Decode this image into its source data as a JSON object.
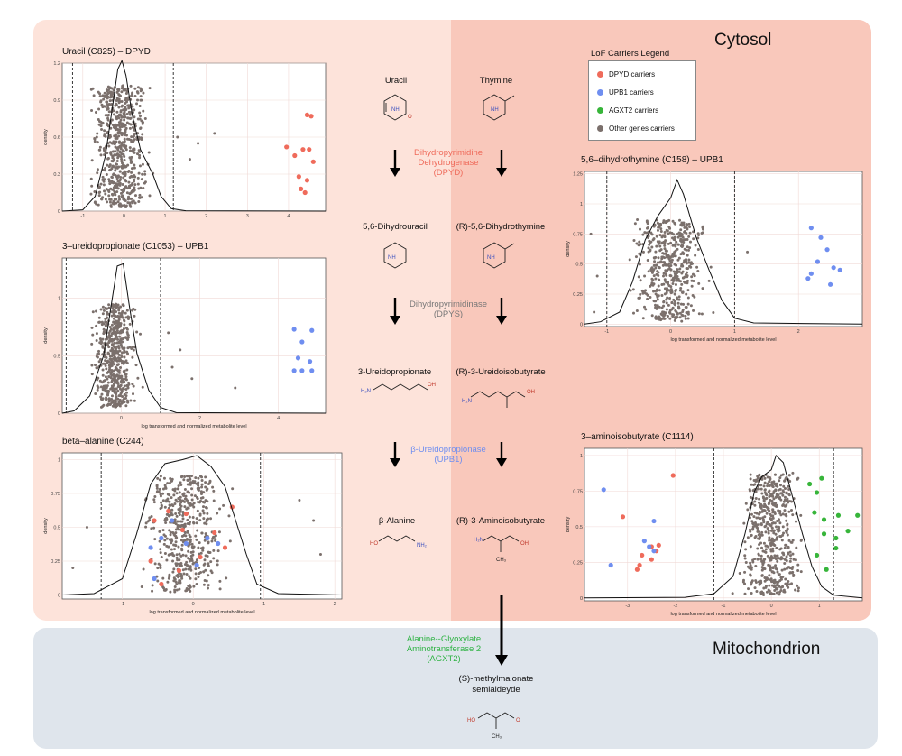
{
  "regions": {
    "cytosol": "Cytosol",
    "mitochondrion": "Mitochondrion"
  },
  "colors": {
    "dpyd": "#ef6b5b",
    "upb1": "#6f8ef0",
    "agxt2": "#37b53a",
    "other": "#7b706c",
    "enzyme_dpyd": "#ef6b5b",
    "enzyme_dpys": "#777777",
    "enzyme_upb1": "#6f8ef0",
    "enzyme_agxt2": "#2fb344"
  },
  "legend": {
    "title": "LoF Carriers Legend",
    "items": [
      {
        "label": "DPYD carriers",
        "color": "#ef6b5b"
      },
      {
        "label": "UPB1 carriers",
        "color": "#6f8ef0"
      },
      {
        "label": "AGXT2 carriers",
        "color": "#37b53a"
      },
      {
        "label": "Other genes carriers",
        "color": "#7b706c"
      }
    ]
  },
  "pathway": {
    "row1": {
      "left": "Uracil",
      "right": "Thymine"
    },
    "enzyme1": {
      "line1": "Dihydropyrimidine",
      "line2": "Dehydrogenase",
      "abbr": "(DPYD)"
    },
    "row2": {
      "left": "5,6-Dihydrouracil",
      "right": "(R)-5,6-Dihydrothymine"
    },
    "enzyme2": {
      "line1": "Dihydropyrimidinase",
      "abbr": "(DPYS)"
    },
    "row3": {
      "left": "3-Ureidopropionate",
      "right": "(R)-3-Ureidoisobutyrate"
    },
    "enzyme3": {
      "line1": "β-Ureidopropionase",
      "abbr": "(UPB1)"
    },
    "row4": {
      "left": "β-Alanine",
      "right": "(R)-3-Aminoisobutyrate"
    },
    "enzyme4": {
      "line1": "Alanine--Glyoxylate",
      "line2": "Aminotransferase 2",
      "abbr": "(AGXT2)"
    },
    "product": {
      "line1": "(S)-methylmalonate",
      "line2": "semialdeyde"
    }
  },
  "chart_data": [
    {
      "type": "scatter",
      "title": "Uracil (C825) – DPYD",
      "xlabel": "",
      "ylabel": "density",
      "xlim": [
        -1.5,
        4.9
      ],
      "ylim": [
        0,
        1.2
      ],
      "xticks": [
        -1,
        0,
        1,
        2,
        3,
        4
      ],
      "yticks": [
        0,
        0.3,
        0.6,
        0.9,
        1.2
      ],
      "threshold_lines": [
        -1.25,
        1.2
      ],
      "density_curve": [
        [
          -1.5,
          0
        ],
        [
          -1.0,
          0.01
        ],
        [
          -0.7,
          0.12
        ],
        [
          -0.45,
          0.45
        ],
        [
          -0.3,
          0.8
        ],
        [
          -0.15,
          1.15
        ],
        [
          -0.05,
          1.22
        ],
        [
          0.05,
          1.1
        ],
        [
          0.2,
          0.78
        ],
        [
          0.4,
          0.5
        ],
        [
          0.7,
          0.3
        ],
        [
          0.9,
          0.12
        ],
        [
          1.15,
          0.02
        ],
        [
          1.5,
          0.003
        ],
        [
          4.9,
          0
        ]
      ],
      "cloud": {
        "series": "Other genes carriers",
        "x_center": -0.1,
        "x_spread": 1.0,
        "x_range": [
          -1.2,
          1.3
        ],
        "y_range": [
          0.03,
          1.02
        ],
        "count": 650,
        "outliers": [
          [
            1.6,
            0.42
          ],
          [
            1.8,
            0.55
          ],
          [
            1.3,
            0.6
          ],
          [
            2.2,
            0.63
          ]
        ]
      },
      "series": [
        {
          "name": "DPYD carriers",
          "points": [
            [
              4.45,
              0.78
            ],
            [
              4.55,
              0.77
            ],
            [
              3.95,
              0.52
            ],
            [
              4.15,
              0.45
            ],
            [
              4.35,
              0.5
            ],
            [
              4.5,
              0.5
            ],
            [
              4.6,
              0.4
            ],
            [
              4.25,
              0.28
            ],
            [
              4.45,
              0.25
            ],
            [
              4.4,
              0.15
            ],
            [
              4.3,
              0.18
            ]
          ]
        }
      ]
    },
    {
      "type": "scatter",
      "title": "3–ureidopropionate (C1053) – UPB1",
      "xlabel": "log transformed and normalized metabolite level",
      "ylabel": "density",
      "xlim": [
        -1.5,
        5.2
      ],
      "ylim": [
        0,
        1.35
      ],
      "xticks": [
        0,
        2,
        4
      ],
      "yticks": [
        0,
        0.5,
        1.0
      ],
      "threshold_lines": [
        -1.4,
        1.0
      ],
      "density_curve": [
        [
          -1.5,
          0
        ],
        [
          -1.2,
          0.02
        ],
        [
          -0.8,
          0.15
        ],
        [
          -0.45,
          0.5
        ],
        [
          -0.25,
          0.95
        ],
        [
          -0.1,
          1.28
        ],
        [
          0.05,
          1.3
        ],
        [
          0.2,
          0.95
        ],
        [
          0.4,
          0.52
        ],
        [
          0.7,
          0.2
        ],
        [
          1.0,
          0.05
        ],
        [
          1.4,
          0.005
        ],
        [
          5.2,
          0
        ]
      ],
      "cloud": {
        "series": "Other genes carriers",
        "x_center": -0.15,
        "x_spread": 0.8,
        "x_range": [
          -1.3,
          1.1
        ],
        "y_range": [
          0.05,
          0.95
        ],
        "count": 550,
        "outliers": [
          [
            1.3,
            0.4
          ],
          [
            1.5,
            0.55
          ],
          [
            1.8,
            0.3
          ],
          [
            2.9,
            0.22
          ],
          [
            1.2,
            0.7
          ]
        ]
      },
      "series": [
        {
          "name": "UPB1 carriers",
          "points": [
            [
              4.4,
              0.73
            ],
            [
              4.6,
              0.62
            ],
            [
              4.85,
              0.72
            ],
            [
              4.5,
              0.48
            ],
            [
              4.8,
              0.45
            ],
            [
              4.4,
              0.37
            ],
            [
              4.6,
              0.37
            ],
            [
              4.85,
              0.37
            ]
          ]
        }
      ]
    },
    {
      "type": "scatter",
      "title": "beta–alanine (C244)",
      "xlabel": "log transformed and normalized metabolite level",
      "ylabel": "density",
      "xlim": [
        -1.85,
        2.1
      ],
      "ylim": [
        -0.03,
        1.05
      ],
      "xticks": [
        -1,
        0,
        1,
        2
      ],
      "yticks": [
        0.0,
        0.25,
        0.5,
        0.75,
        1.0
      ],
      "threshold_lines": [
        -1.3,
        0.95
      ],
      "density_curve": [
        [
          -1.85,
          0
        ],
        [
          -1.4,
          0.01
        ],
        [
          -1.0,
          0.12
        ],
        [
          -0.8,
          0.45
        ],
        [
          -0.6,
          0.82
        ],
        [
          -0.4,
          0.97
        ],
        [
          -0.15,
          1.0
        ],
        [
          0.05,
          1.03
        ],
        [
          0.25,
          0.95
        ],
        [
          0.45,
          0.8
        ],
        [
          0.6,
          0.55
        ],
        [
          0.75,
          0.3
        ],
        [
          0.9,
          0.08
        ],
        [
          1.2,
          0.01
        ],
        [
          2.1,
          0
        ]
      ],
      "cloud": {
        "series": "Other genes carriers",
        "x_center": -0.1,
        "x_spread": 0.85,
        "x_range": [
          -1.3,
          1.4
        ],
        "y_range": [
          0.02,
          0.88
        ],
        "count": 520,
        "outliers": [
          [
            -1.7,
            0.2
          ],
          [
            1.8,
            0.3
          ],
          [
            1.7,
            0.55
          ],
          [
            1.5,
            0.7
          ],
          [
            -1.5,
            0.5
          ]
        ]
      },
      "series": [
        {
          "name": "DPYD carriers",
          "points": [
            [
              -0.55,
              0.55
            ],
            [
              -0.35,
              0.62
            ],
            [
              -0.15,
              0.48
            ],
            [
              -0.6,
              0.25
            ],
            [
              -0.2,
              0.18
            ],
            [
              0.1,
              0.28
            ],
            [
              0.3,
              0.46
            ],
            [
              -0.45,
              0.08
            ],
            [
              0.45,
              0.35
            ],
            [
              0.55,
              0.65
            ],
            [
              -0.1,
              0.6
            ]
          ]
        },
        {
          "name": "UPB1 carriers",
          "points": [
            [
              -0.6,
              0.35
            ],
            [
              -0.45,
              0.42
            ],
            [
              -0.3,
              0.55
            ],
            [
              -0.1,
              0.38
            ],
            [
              0.05,
              0.22
            ],
            [
              0.2,
              0.42
            ],
            [
              0.35,
              0.38
            ],
            [
              -0.55,
              0.12
            ]
          ]
        }
      ]
    },
    {
      "type": "scatter",
      "title": "5,6–dihydrothymine (C158) – UPB1",
      "xlabel": "log transformed and normalized metabolite level",
      "ylabel": "density",
      "xlim": [
        -1.35,
        3.0
      ],
      "ylim": [
        -0.02,
        1.27
      ],
      "xticks": [
        -1,
        0,
        1,
        2
      ],
      "yticks": [
        0.0,
        0.25,
        0.5,
        0.75,
        1.0,
        1.25
      ],
      "threshold_lines": [
        -1.0,
        1.0
      ],
      "density_curve": [
        [
          -1.35,
          0
        ],
        [
          -1.1,
          0.02
        ],
        [
          -0.8,
          0.1
        ],
        [
          -0.6,
          0.35
        ],
        [
          -0.4,
          0.7
        ],
        [
          -0.2,
          0.9
        ],
        [
          0.0,
          1.05
        ],
        [
          0.1,
          1.2
        ],
        [
          0.2,
          1.08
        ],
        [
          0.4,
          0.72
        ],
        [
          0.6,
          0.45
        ],
        [
          0.8,
          0.2
        ],
        [
          1.0,
          0.05
        ],
        [
          1.3,
          0.01
        ],
        [
          3.0,
          0
        ]
      ],
      "cloud": {
        "series": "Other genes carriers",
        "x_center": 0.0,
        "x_spread": 0.9,
        "x_range": [
          -1.1,
          1.1
        ],
        "y_range": [
          0.02,
          0.87
        ],
        "count": 520,
        "outliers": [
          [
            -1.15,
            0.4
          ],
          [
            -1.25,
            0.75
          ],
          [
            -1.2,
            0.1
          ],
          [
            1.2,
            0.6
          ]
        ]
      },
      "series": [
        {
          "name": "UPB1 carriers",
          "points": [
            [
              2.2,
              0.8
            ],
            [
              2.35,
              0.72
            ],
            [
              2.45,
              0.62
            ],
            [
              2.3,
              0.52
            ],
            [
              2.2,
              0.42
            ],
            [
              2.15,
              0.38
            ],
            [
              2.55,
              0.47
            ],
            [
              2.65,
              0.45
            ],
            [
              2.5,
              0.33
            ]
          ]
        }
      ]
    },
    {
      "type": "scatter",
      "title": "3–aminoisobutyrate (C1114)",
      "xlabel": "log transformed and normalized metabolite level",
      "ylabel": "density",
      "xlim": [
        -3.9,
        1.9
      ],
      "ylim": [
        -0.02,
        1.05
      ],
      "xticks": [
        -3,
        -2,
        -1,
        0,
        1
      ],
      "yticks": [
        0.0,
        0.25,
        0.5,
        0.75,
        1.0
      ],
      "threshold_lines": [
        -1.2,
        1.3
      ],
      "density_curve": [
        [
          -3.9,
          0
        ],
        [
          -1.8,
          0.005
        ],
        [
          -1.2,
          0.03
        ],
        [
          -0.8,
          0.15
        ],
        [
          -0.55,
          0.45
        ],
        [
          -0.35,
          0.75
        ],
        [
          -0.2,
          0.85
        ],
        [
          0.0,
          0.9
        ],
        [
          0.1,
          1.0
        ],
        [
          0.25,
          0.95
        ],
        [
          0.45,
          0.7
        ],
        [
          0.65,
          0.45
        ],
        [
          0.85,
          0.22
        ],
        [
          1.05,
          0.08
        ],
        [
          1.3,
          0.02
        ],
        [
          1.9,
          0
        ]
      ],
      "cloud": {
        "series": "Other genes carriers",
        "x_center": 0.0,
        "x_spread": 0.9,
        "x_range": [
          -1.1,
          1.3
        ],
        "y_range": [
          0.02,
          0.88
        ],
        "count": 560,
        "outliers": []
      },
      "series": [
        {
          "name": "DPYD carriers",
          "points": [
            [
              -2.05,
              0.86
            ],
            [
              -3.1,
              0.57
            ],
            [
              -2.8,
              0.2
            ],
            [
              -2.75,
              0.23
            ],
            [
              -2.7,
              0.3
            ],
            [
              -2.5,
              0.27
            ],
            [
              -2.4,
              0.33
            ],
            [
              -2.35,
              0.37
            ],
            [
              -2.5,
              0.36
            ]
          ]
        },
        {
          "name": "UPB1 carriers",
          "points": [
            [
              -3.5,
              0.76
            ],
            [
              -3.35,
              0.23
            ],
            [
              -2.65,
              0.4
            ],
            [
              -2.55,
              0.36
            ],
            [
              -2.45,
              0.54
            ],
            [
              -2.45,
              0.33
            ]
          ]
        },
        {
          "name": "AGXT2 carriers",
          "points": [
            [
              0.8,
              0.8
            ],
            [
              0.95,
              0.74
            ],
            [
              1.05,
              0.84
            ],
            [
              0.9,
              0.6
            ],
            [
              1.1,
              0.55
            ],
            [
              1.4,
              0.58
            ],
            [
              1.1,
              0.45
            ],
            [
              1.35,
              0.42
            ],
            [
              1.6,
              0.47
            ],
            [
              1.8,
              0.58
            ],
            [
              0.95,
              0.3
            ],
            [
              1.15,
              0.2
            ],
            [
              1.35,
              0.35
            ]
          ]
        }
      ]
    }
  ]
}
